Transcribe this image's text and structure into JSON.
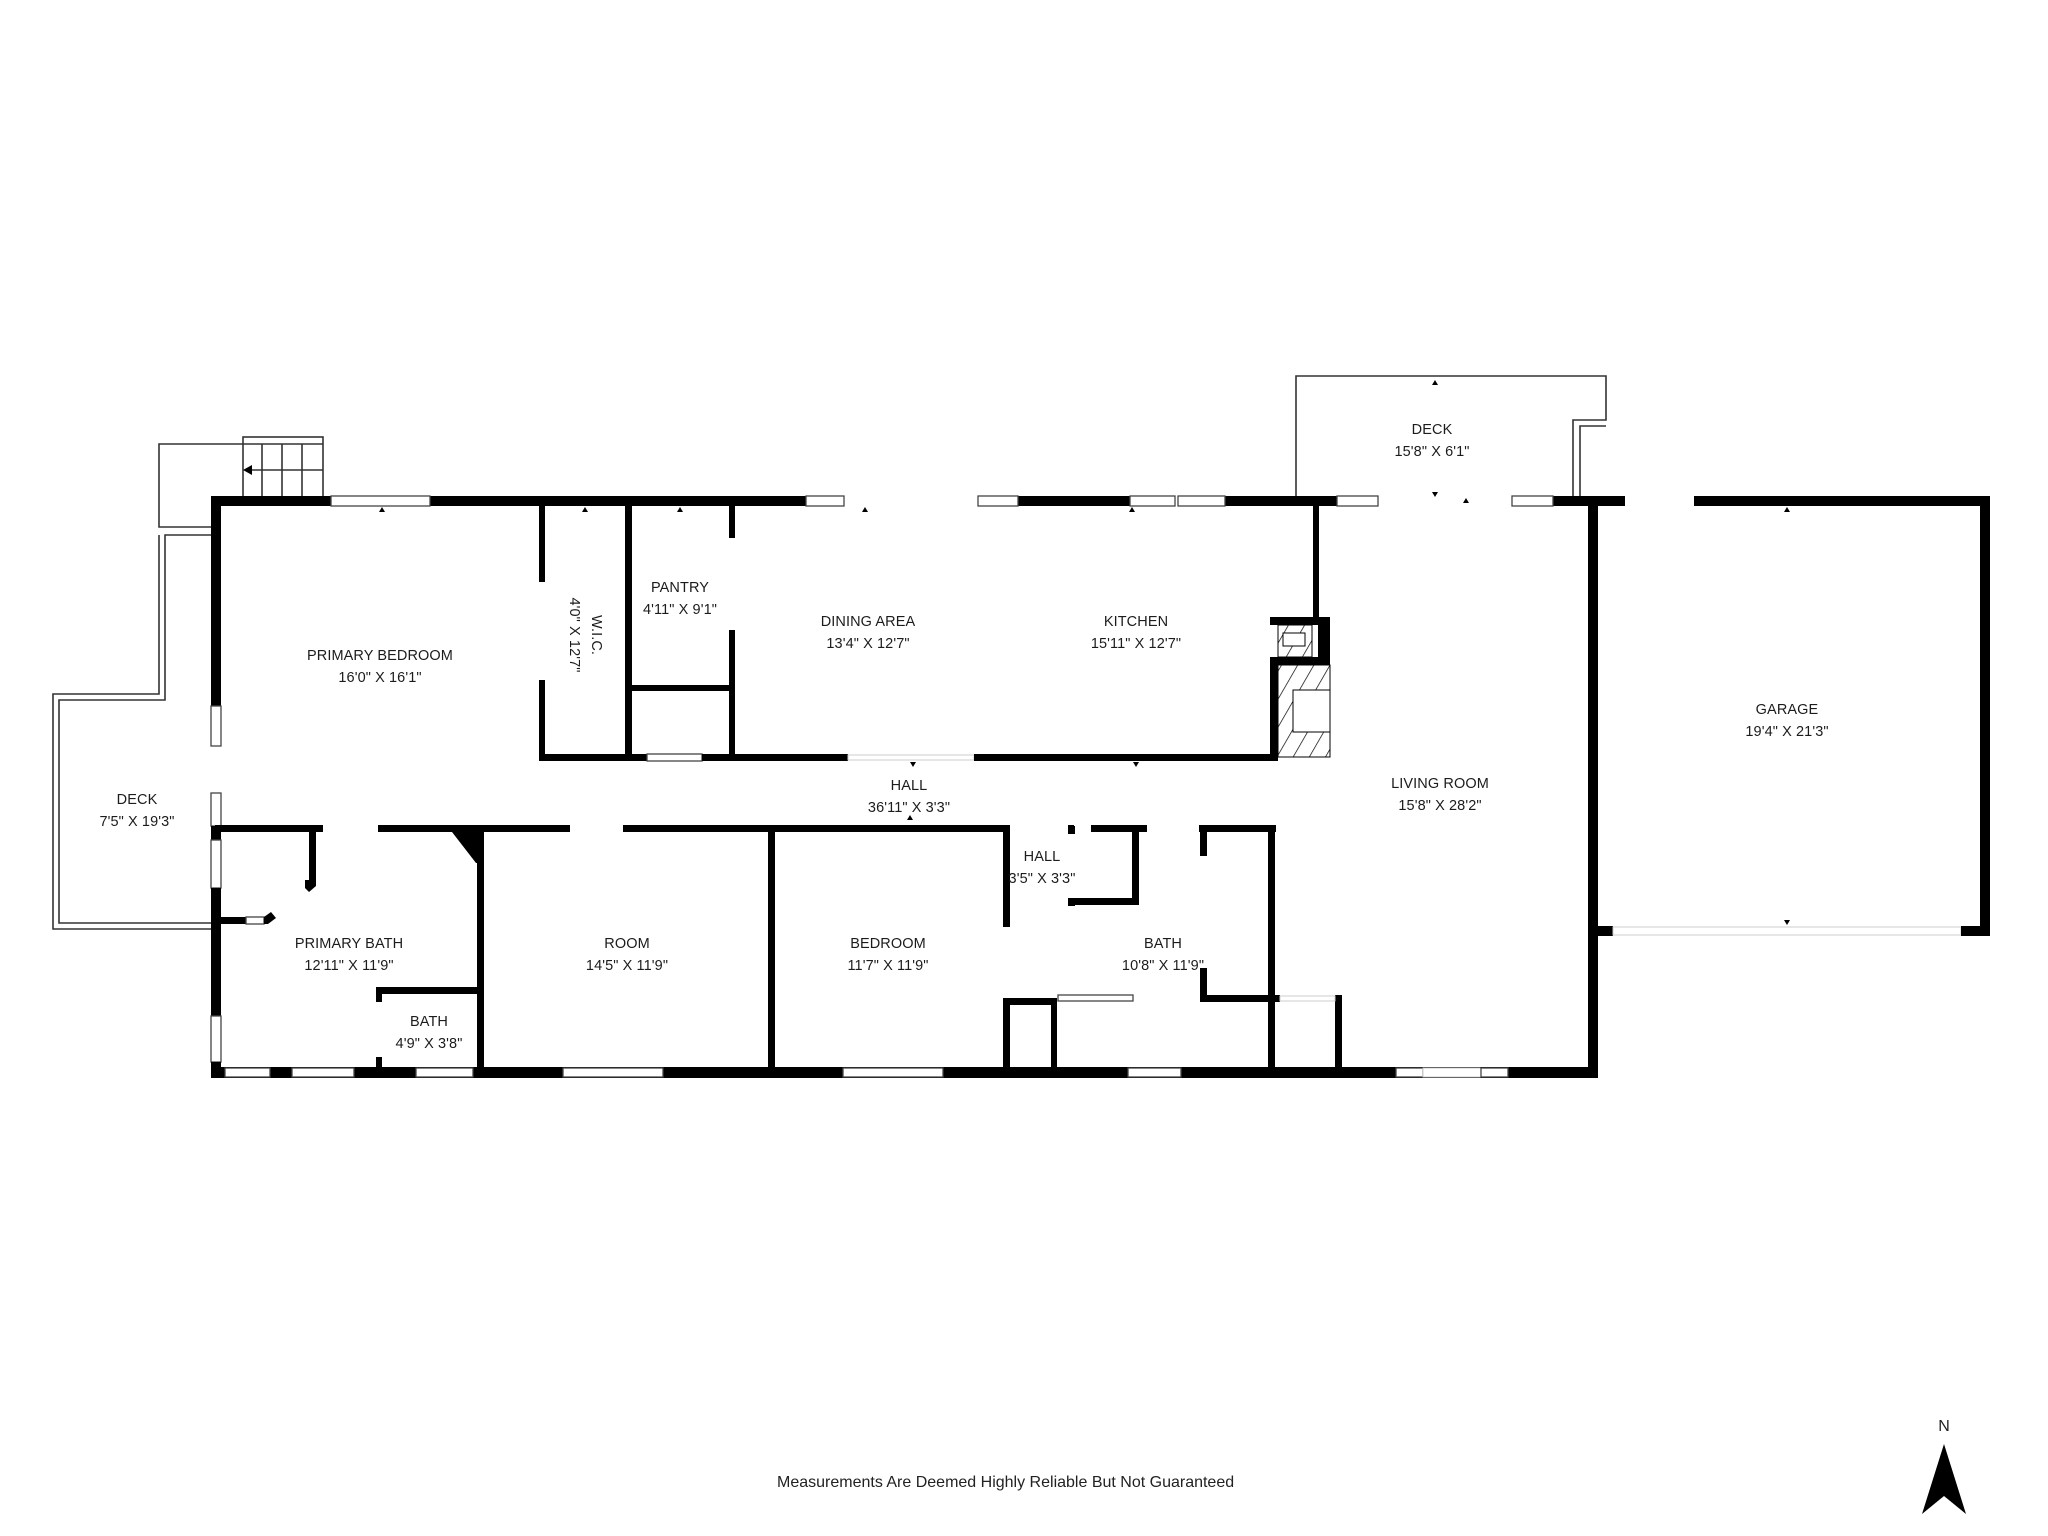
{
  "floor_plan": {
    "rooms": [
      {
        "id": "deck-west",
        "name": "DECK",
        "dimensions": "7'5\" X 19'3\""
      },
      {
        "id": "primary-bedroom",
        "name": "PRIMARY BEDROOM",
        "dimensions": "16'0\" X 16'1\""
      },
      {
        "id": "wic",
        "name": "W.I.C.",
        "dimensions": "4'0\" X 12'7\""
      },
      {
        "id": "pantry",
        "name": "PANTRY",
        "dimensions": "4'11\" X 9'1\""
      },
      {
        "id": "dining-area",
        "name": "DINING AREA",
        "dimensions": "13'4\" X 12'7\""
      },
      {
        "id": "kitchen",
        "name": "KITCHEN",
        "dimensions": "15'11\" X 12'7\""
      },
      {
        "id": "deck-north",
        "name": "DECK",
        "dimensions": "15'8\" X 6'1\""
      },
      {
        "id": "living-room",
        "name": "LIVING ROOM",
        "dimensions": "15'8\" X 28'2\""
      },
      {
        "id": "garage",
        "name": "GARAGE",
        "dimensions": "19'4\" X 21'3\""
      },
      {
        "id": "hall-main",
        "name": "HALL",
        "dimensions": "36'11\" X 3'3\""
      },
      {
        "id": "primary-bath",
        "name": "PRIMARY BATH",
        "dimensions": "12'11\" X 11'9\""
      },
      {
        "id": "bath-small",
        "name": "BATH",
        "dimensions": "4'9\" X 3'8\""
      },
      {
        "id": "room",
        "name": "ROOM",
        "dimensions": "14'5\" X 11'9\""
      },
      {
        "id": "bedroom",
        "name": "BEDROOM",
        "dimensions": "11'7\" X 11'9\""
      },
      {
        "id": "hall-small",
        "name": "HALL",
        "dimensions": "3'5\" X 3'3\""
      },
      {
        "id": "bath",
        "name": "BATH",
        "dimensions": "10'8\" X 11'9\""
      }
    ]
  },
  "footer": {
    "disclaimer": "Measurements Are Deemed Highly Reliable But Not Guaranteed"
  },
  "compass": {
    "label": "N",
    "icon": "north-arrow-icon"
  }
}
